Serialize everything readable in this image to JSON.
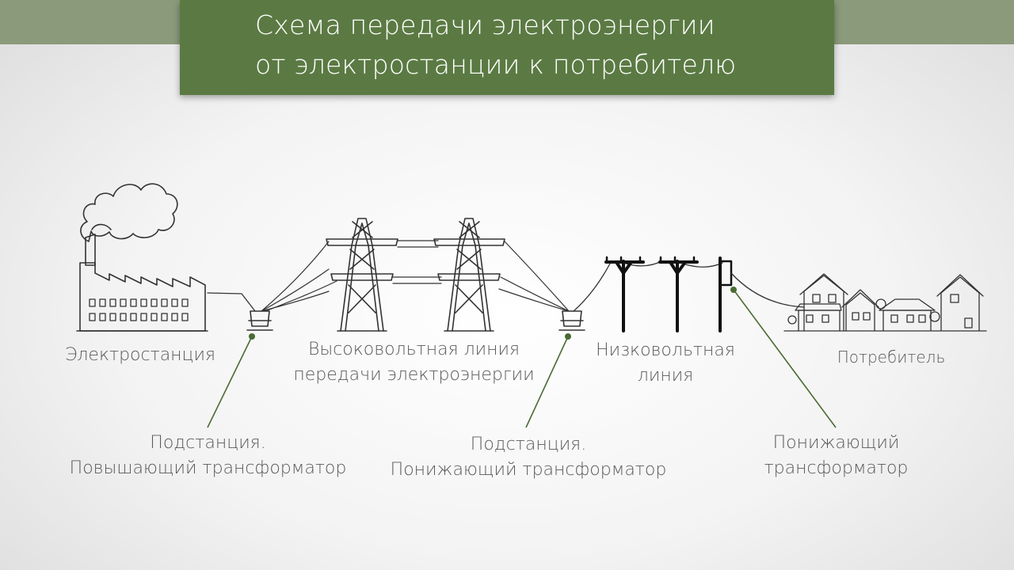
{
  "title": {
    "line1": "Схема передачи электроэнергии",
    "line2": "от электростанции к потребителю"
  },
  "labels": {
    "power_plant": "Электростанция",
    "hv_line": [
      "Высоковольтная линия",
      "передачи электроэнергии"
    ],
    "lv_line": [
      "Низковольтная",
      "линия"
    ],
    "consumer": "Потребитель",
    "step_up": [
      "Подстанция.",
      "Повышающий трансформатор"
    ],
    "step_down": [
      "Подстанция.",
      "Понижающий трансформатор"
    ],
    "transformer": [
      "Понижающий",
      "трансформатор"
    ]
  },
  "colors": {
    "accent": "#5b7a43",
    "top_band": "#8a9a7a",
    "text": "#5a5a5a",
    "sketch": "#333333"
  },
  "icons": [
    "cloud-smoke-icon",
    "factory-icon",
    "substation-icon",
    "pylon-icon",
    "utility-pole-icon",
    "pole-transformer-icon",
    "houses-icon"
  ]
}
